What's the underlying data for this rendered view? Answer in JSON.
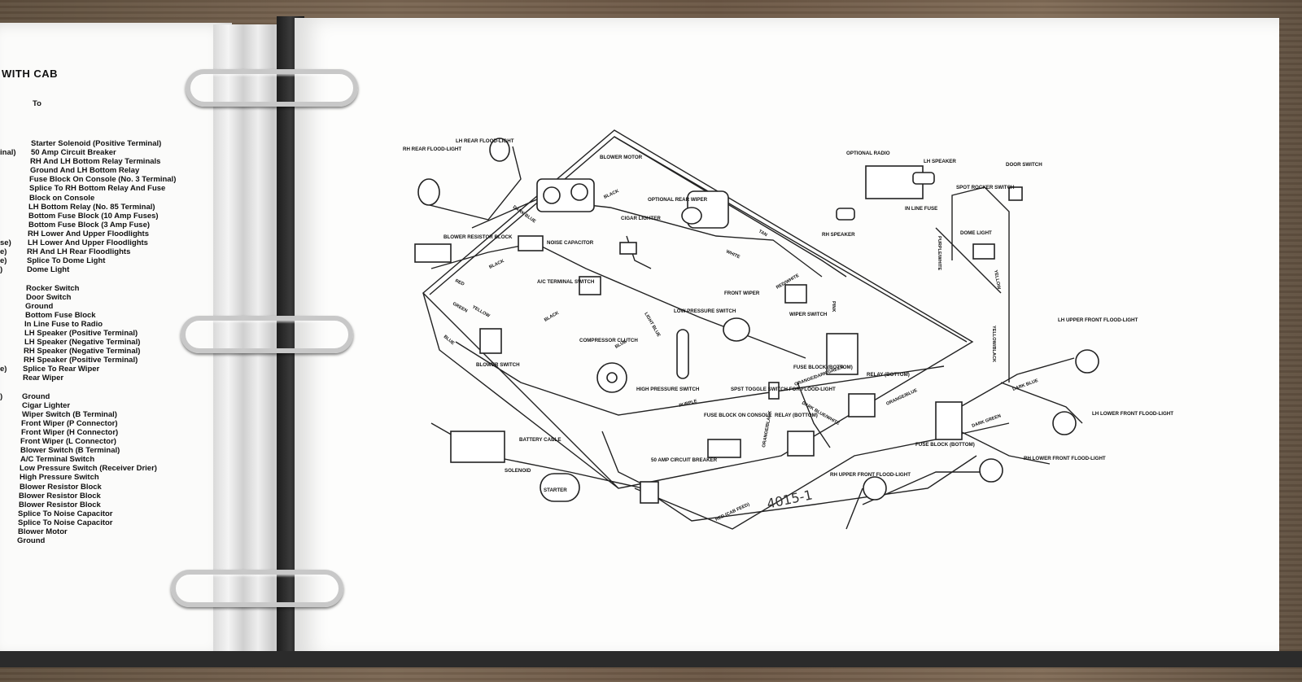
{
  "left_page": {
    "header": "WITH CAB",
    "to_label": "To",
    "from_fragments": [
      "inal)",
      "",
      "",
      "",
      "",
      "",
      "",
      "",
      "",
      "",
      "se)",
      "e)",
      "e)",
      ")",
      "",
      "",
      "",
      "",
      "",
      "",
      "",
      "",
      "",
      "",
      "e)",
      "",
      "",
      ")"
    ],
    "to_entries": [
      "Starter Solenoid (Positive Terminal)",
      "50 Amp Circuit Breaker",
      "RH And LH Bottom Relay Terminals",
      "Ground And LH Bottom Relay",
      "Fuse Block On Console (No. 3 Terminal)",
      "Splice To RH Bottom Relay And Fuse",
      "Block on Console",
      "LH Bottom Relay (No. 85 Terminal)",
      "Bottom Fuse Block (10 Amp Fuses)",
      "Bottom Fuse Block (3 Amp Fuse)",
      "RH Lower And Upper Floodlights",
      "LH Lower And Upper Floodlights",
      "RH And LH Rear Floodlights",
      "Splice To Dome Light",
      "Dome Light",
      "",
      "Rocker Switch",
      "Door Switch",
      "Ground",
      "Bottom Fuse Block",
      "In Line Fuse to Radio",
      "LH Speaker (Positive Terminal)",
      "LH Speaker (Negative Terminal)",
      "RH Speaker (Negative Terminal)",
      "RH Speaker (Positive Terminal)",
      "Splice To Rear Wiper",
      "Rear Wiper",
      "",
      "Ground",
      "Cigar Lighter",
      "Wiper Switch (B Terminal)",
      "Front Wiper (P Connector)",
      "Front Wiper (H Connector)",
      "Front Wiper (L Connector)",
      "Blower Switch (B Terminal)",
      "A/C Terminal Switch",
      "Low Pressure Switch (Receiver Drier)",
      "High Pressure Switch",
      "Blower Resistor Block",
      "Blower Resistor Block",
      "Blower Resistor Block",
      "Splice To Noise Capacitor",
      "Splice To Noise Capacitor",
      "Blower Motor",
      "Ground"
    ]
  },
  "diagram": {
    "components": {
      "rh_rear_floodlight": "RH REAR FLOOD-LIGHT",
      "lh_rear_floodlight": "LH REAR FLOOD-LIGHT",
      "blower_motor": "BLOWER MOTOR",
      "optional_rear_wiper": "OPTIONAL REAR WIPER",
      "cigar_lighter": "CIGAR LIGHTER",
      "blower_resistor_block": "BLOWER RESISTOR BLOCK",
      "noise_capacitor": "NOISE CAPACITOR",
      "ac_terminal_switch": "A/C TERMINAL SWITCH",
      "low_pressure_switch": "LOW PRESSURE SWITCH",
      "compressor_clutch": "COMPRESSOR CLUTCH",
      "high_pressure_switch": "HIGH PRESSURE SWITCH",
      "blower_switch": "BLOWER SWITCH",
      "front_wiper": "FRONT WIPER",
      "wiper_switch": "WIPER SWITCH",
      "fuse_block_bottom_1": "FUSE BLOCK (BOTTOM)",
      "relay_bottom_1": "RELAY (BOTTOM)",
      "spst_toggle": "SPST TOGGLE SWITCH FOR FLOOD-LIGHT",
      "fuse_block_console": "FUSE BLOCK ON CONSOLE",
      "relay_bottom_2": "RELAY (BOTTOM)",
      "battery_cable": "BATTERY CABLE",
      "solenoid": "SOLENOID",
      "starter": "STARTER",
      "circuit_breaker": "50 AMP CIRCUIT BREAKER",
      "optional_radio": "OPTIONAL RADIO",
      "lh_speaker": "LH SPEAKER",
      "rh_speaker": "RH SPEAKER",
      "in_line_fuse": "IN LINE FUSE",
      "door_switch": "DOOR SWITCH",
      "spot_rocker_switch": "SPOT ROCKER SWITCH",
      "dome_light": "DOME LIGHT",
      "lh_upper_front": "LH UPPER FRONT FLOOD-LIGHT",
      "lh_lower_front": "LH LOWER FRONT FLOOD-LIGHT",
      "rh_lower_front": "RH LOWER FRONT FLOOD-LIGHT",
      "rh_upper_front": "RH UPPER FRONT FLOOD-LIGHT",
      "fuse_block_bottom_2": "FUSE BLOCK (BOTTOM)"
    },
    "wires": {
      "dark_blue": "DARK BLUE",
      "black": "BLACK",
      "tan": "TAN",
      "white": "WHITE",
      "red": "RED",
      "green": "GREEN",
      "yellow": "YELLOW",
      "blue": "BLUE",
      "light_blue": "LIGHT BLUE",
      "red_white": "RED/WHITE",
      "pink": "PINK",
      "purple": "PURPLE",
      "purple_white": "PURPLE/WHITE",
      "orange_dark_green": "ORANGE/DARK GREEN",
      "orange_black": "ORANGE/BLACK",
      "dark_blue_white": "DARK BLUE/WHITE",
      "orange_blue": "ORANGE/BLUE",
      "dark_green": "DARK GREEN",
      "red_cab_feed": "RED (CAB FEED)",
      "yellow_black": "YELLOW/BLACK"
    },
    "handwritten": "4015-1"
  }
}
